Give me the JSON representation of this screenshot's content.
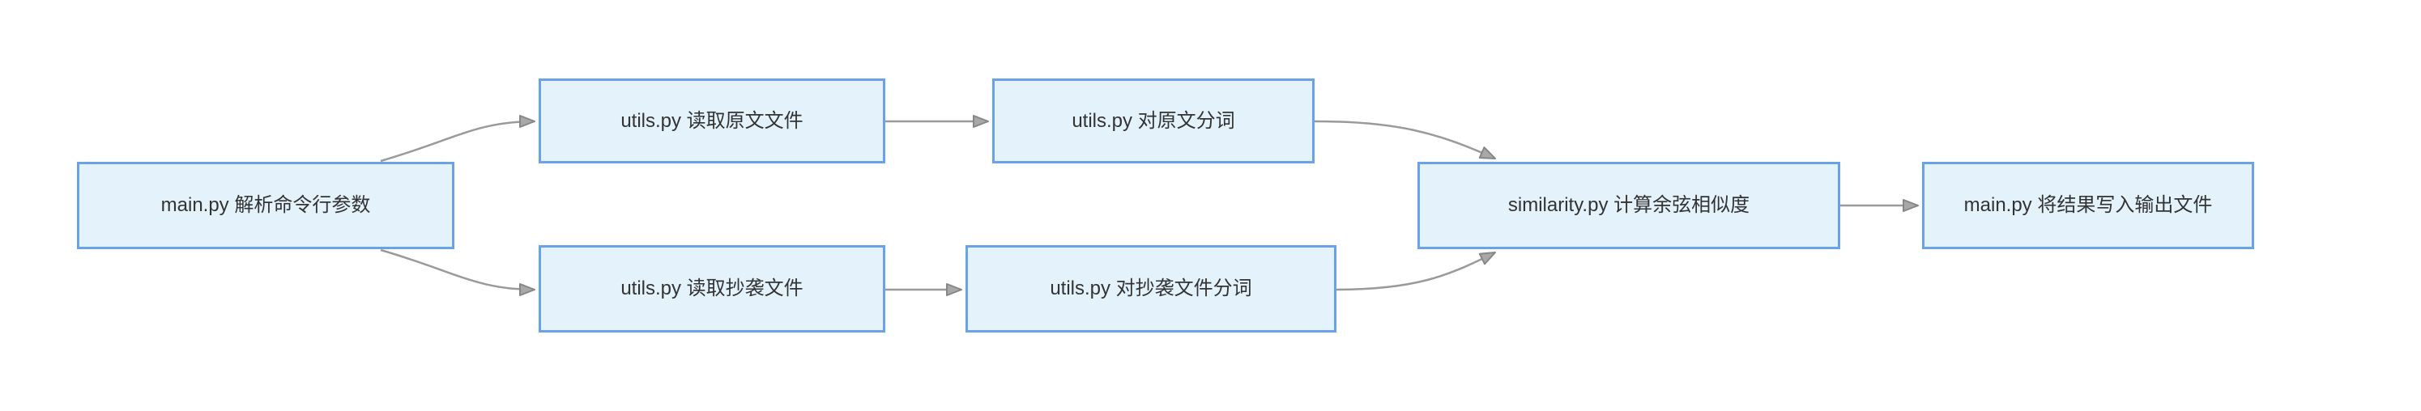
{
  "diagram": {
    "title": "plagiarism-check pipeline flowchart",
    "colors": {
      "node_fill": "#e4f2fc",
      "node_border": "#6aa2e8",
      "edge_line": "#9a9a9a",
      "arrowhead_fill": "#a8a8a8",
      "arrowhead_stroke": "#878787",
      "text": "#333333",
      "background": "#ffffff"
    },
    "nodes": [
      {
        "id": "parse",
        "label": "main.py 解析命令行参数"
      },
      {
        "id": "read_orig",
        "label": "utils.py 读取原文文件"
      },
      {
        "id": "tok_orig",
        "label": "utils.py 对原文分词"
      },
      {
        "id": "read_copy",
        "label": "utils.py 读取抄袭文件"
      },
      {
        "id": "tok_copy",
        "label": "utils.py 对抄袭文件分词"
      },
      {
        "id": "similarity",
        "label": "similarity.py 计算余弦相似度"
      },
      {
        "id": "write",
        "label": "main.py 将结果写入输出文件"
      }
    ],
    "edges": [
      {
        "from": "parse",
        "to": "read_orig"
      },
      {
        "from": "parse",
        "to": "read_copy"
      },
      {
        "from": "read_orig",
        "to": "tok_orig"
      },
      {
        "from": "read_copy",
        "to": "tok_copy"
      },
      {
        "from": "tok_orig",
        "to": "similarity"
      },
      {
        "from": "tok_copy",
        "to": "similarity"
      },
      {
        "from": "similarity",
        "to": "write"
      }
    ]
  }
}
